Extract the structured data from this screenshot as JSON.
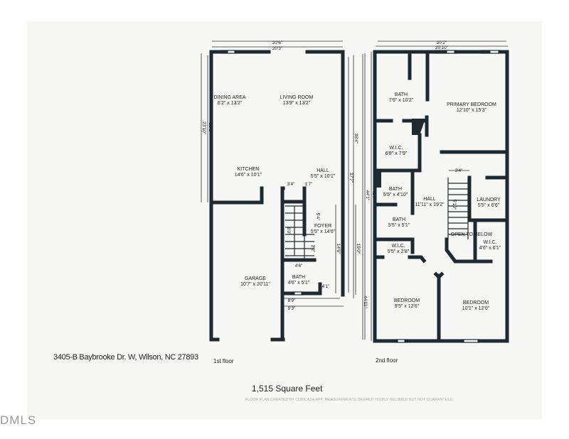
{
  "floor1": {
    "caption": "1st floor",
    "rooms": [
      {
        "name": "DINING AREA",
        "size": "6'2\" x 13'2\""
      },
      {
        "name": "LIVING ROOM",
        "size": "13'9\" x 13'2\""
      },
      {
        "name": "KITCHEN",
        "size": "14'6\" x 10'1\""
      },
      {
        "name": "HALL",
        "size": "5'5\" x 10'1\""
      },
      {
        "name": "FOYER",
        "size": "5'5\" x 14'6\""
      },
      {
        "name": "BATH",
        "size": "4'6\" x 5'1\""
      },
      {
        "name": "GARAGE",
        "size": "10'7\" x 20'11\""
      }
    ],
    "dims": [
      "20'6\"",
      "20'3\"",
      "23'10\"",
      "22'1\"",
      "37'7\"",
      "38'4\"",
      "44'11\"",
      "3'4\"",
      "1'7\"",
      "5'4\"",
      "8'0\"",
      "2'2\"",
      "14'6\"",
      "15'0\"",
      "4'6\"",
      "4'1\"",
      "8'9\"",
      "9'3\""
    ]
  },
  "floor2": {
    "caption": "2nd floor",
    "rooms": [
      {
        "name": "BATH",
        "size": "7'6\" x 10'2\""
      },
      {
        "name": "PRIMARY BEDROOM",
        "size": "12'10\" x 15'3\""
      },
      {
        "name": "W.I.C.",
        "size": "6'8\" x 7'9\""
      },
      {
        "name": "BATH",
        "size": "5'5\" x 4'10\""
      },
      {
        "name": "HALL",
        "size": "11'11\" x 19'2\""
      },
      {
        "name": "LAUNDRY",
        "size": "5'5\" x 6'6\""
      },
      {
        "name": "BATH",
        "size": "5'5\" x 5'1\""
      },
      {
        "name": "W.I.C.",
        "size": "4'6\" x 6'1\""
      },
      {
        "name": "W.I.C.",
        "size": "5'5\" x 2'8\""
      },
      {
        "name": "BEDROOM",
        "size": "9'5\" x 12'6\""
      },
      {
        "name": "BEDROOM",
        "size": "10'1\" x 12'0\""
      }
    ],
    "open_label": "OPEN TO BELOW",
    "dims": [
      "20'2\"",
      "20'10\"",
      "45'7\"",
      "44'1\"",
      "3'4\"",
      "5'10\""
    ]
  },
  "address": "3405-B Baybrooke Dr. W, Wilson, NC 27893",
  "total_area": "1,515 Square Feet",
  "disclaimer": "FLOOR PLAN CREATED BY CUBICASA APP. MEASUREMENTS DEEMED HIGHLY RELIABLE BUT NOT GUARANTEED.",
  "watermark": "DMLS",
  "colors": {
    "wall": "#1f2a30",
    "paper": "#f7f7f6"
  }
}
